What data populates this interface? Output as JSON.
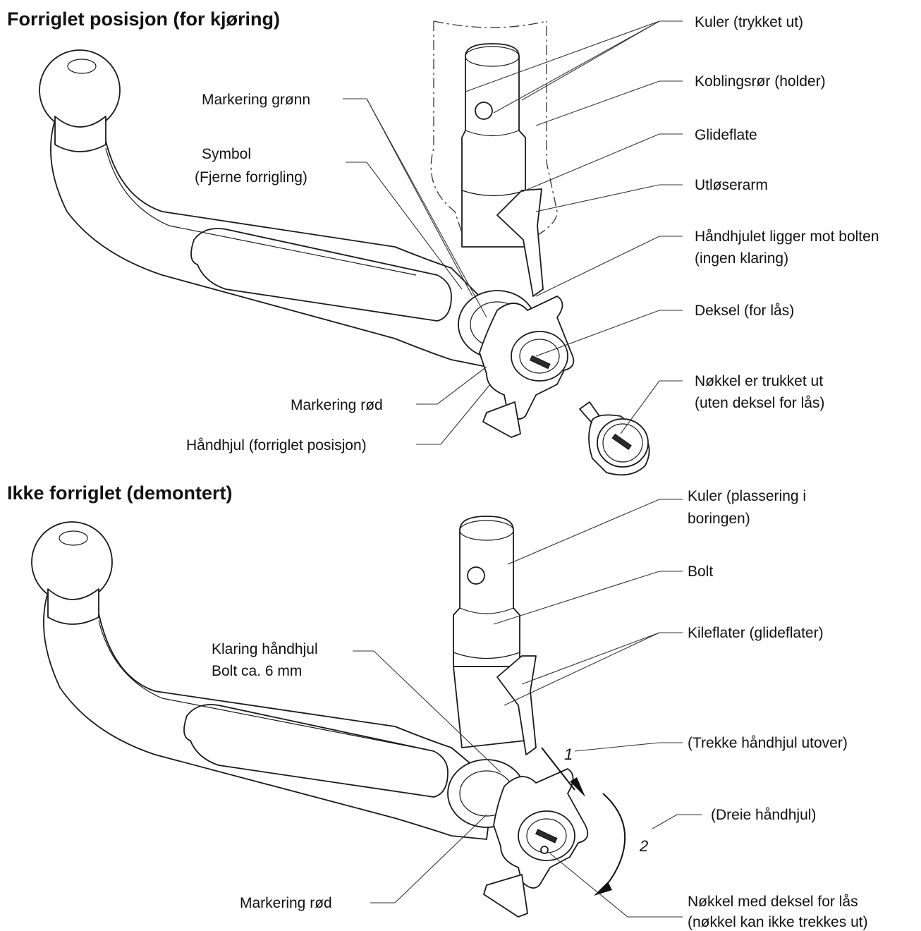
{
  "sections": {
    "locked_title": "Forriglet posisjon (for kjøring)",
    "unlocked_title": "Ikke forriglet (demontert)"
  },
  "locked_labels": {
    "kuler_trykket_ut": "Kuler (trykket ut)",
    "koblingsror": "Koblingsrør (holder)",
    "glideflate": "Glideflate",
    "utloserarm": "Utløserarm",
    "handhjulet_ligger_1": "Håndhjulet ligger mot bolten",
    "handhjulet_ligger_2": "(ingen klaring)",
    "deksel": "Deksel (for lås)",
    "nokkel_trukket_1": "Nøkkel er trukket ut",
    "nokkel_trukket_2": "(uten deksel for lås)",
    "markering_gronn": "Markering grønn",
    "symbol_1": "Symbol",
    "symbol_2": "(Fjerne forrigling)",
    "markering_rod": "Markering rød",
    "handhjul_forriglet": "Håndhjul (forriglet posisjon)"
  },
  "unlocked_labels": {
    "kuler_plassering_1": "Kuler (plassering i",
    "kuler_plassering_2": "boringen)",
    "bolt": "Bolt",
    "kileflater": "Kileflater (glideflater)",
    "trekke": "(Trekke håndhjul utover)",
    "dreie": "(Dreie håndhjul)",
    "nokkel_med_1": "Nøkkel med deksel for lås",
    "nokkel_med_2": "(nøkkel kan ikke trekkes ut)",
    "klaring_1": "Klaring håndhjul",
    "klaring_2": "Bolt ca. 6 mm",
    "markering_rod": "Markering rød",
    "step_1": "1",
    "step_2": "2"
  }
}
